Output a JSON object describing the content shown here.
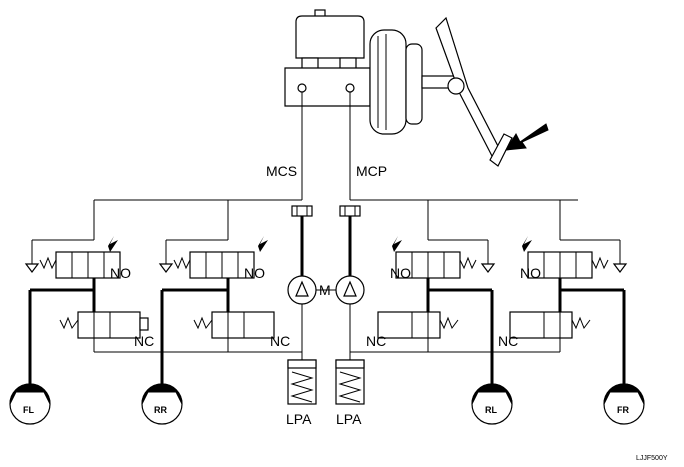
{
  "labels": {
    "mcs": "MCS",
    "mcp": "MCP",
    "motor": "M",
    "valve_no": "NO",
    "valve_nc": "NC",
    "lpa": "LPA",
    "wheel_fl": "FL",
    "wheel_rr": "RR",
    "wheel_rl": "RL",
    "wheel_fr": "FR",
    "figure_code": "LJJF500Y"
  },
  "colors": {
    "line": "#000000",
    "background": "#ffffff"
  },
  "icons": {
    "brake_pedal": "brake-pedal-icon",
    "push_arrow": "arrow-icon",
    "solenoid_bolt": "lightning-bolt-icon",
    "check_valve": "check-valve-icon"
  }
}
